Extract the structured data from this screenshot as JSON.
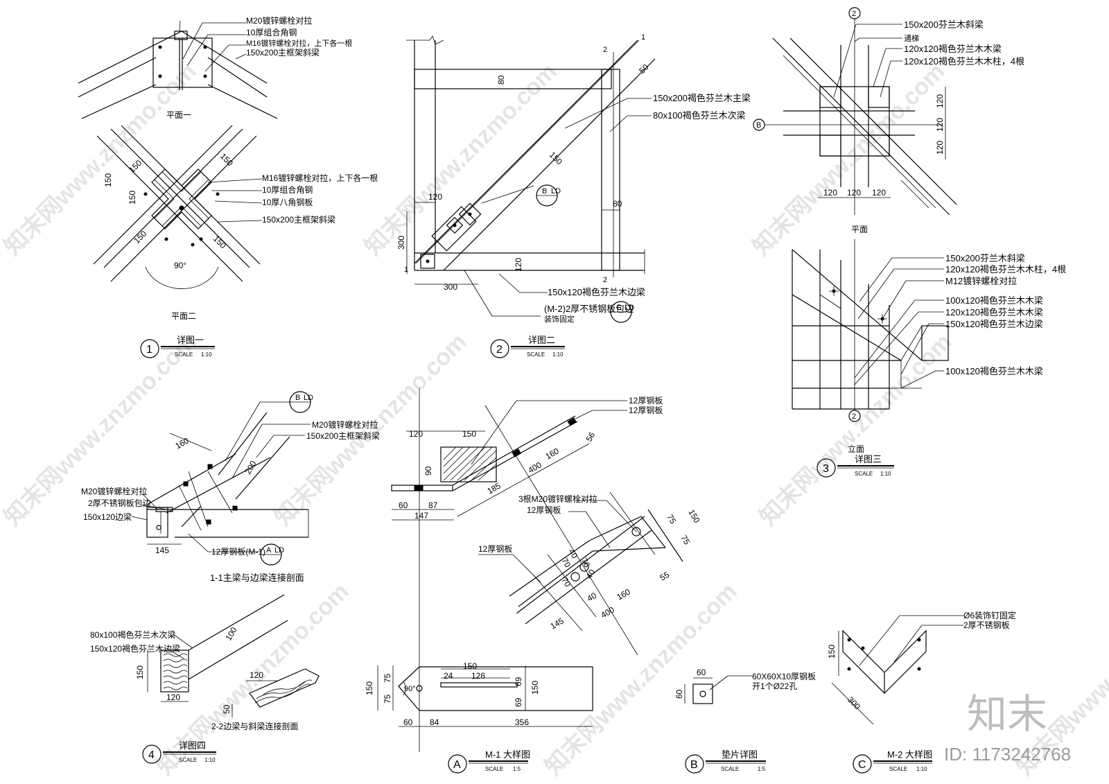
{
  "watermark": {
    "site": "知末网www.znzmo.com",
    "logo": "知末",
    "id": "ID: 1173242768"
  },
  "detail1": {
    "number": "1",
    "title": "详图一",
    "scale_label": "SCALE",
    "scale": "1:10",
    "plan1": {
      "label": "平面一",
      "notes": [
        "M20镀锌螺栓对拉",
        "10厚组合角钢",
        "M16镀锌螺栓对拉，上下各一根",
        "150x200主框架斜梁"
      ]
    },
    "plan2": {
      "label": "平面二",
      "notes": [
        "M16镀锌螺栓对拉，上下各一根",
        "10厚组合角钢",
        "10厚八角钢板",
        "150x200主框架斜梁"
      ],
      "dims": [
        "150",
        "150",
        "150",
        "150",
        "150",
        "150",
        "150"
      ],
      "angle": "90°"
    }
  },
  "detail2": {
    "number": "2",
    "title": "详图二",
    "scale_label": "SCALE",
    "scale": "1:10",
    "notes": [
      "150x200褐色芬兰木主梁",
      "80x100褐色芬兰木次梁",
      "150x120褐色芬兰木边梁",
      "(M-2)2厚不锈钢板包边",
      "装饰固定"
    ],
    "dims": [
      "80",
      "50",
      "150",
      "120",
      "80",
      "300",
      "120",
      "300"
    ],
    "cuts": [
      "1",
      "1",
      "2",
      "2"
    ],
    "callout": {
      "top": "B",
      "bottom": "LD"
    },
    "callout2": {
      "top": "C",
      "bottom": "LD"
    }
  },
  "detail3": {
    "number": "3",
    "title": "详图三",
    "scale_label": "SCALE",
    "scale": "1:10",
    "plan": {
      "label": "平面",
      "grid_top": "2",
      "grid_left": "B",
      "notes": [
        "150x200芬兰木斜梁",
        "通梯",
        "120x120褐色芬兰木木梁",
        "120x120褐色芬兰木木柱，4根"
      ],
      "dims_v": [
        "120",
        "120",
        "120"
      ],
      "dims_h": [
        "120",
        "120",
        "120"
      ]
    },
    "elev": {
      "label": "立面",
      "grid_bottom": "2",
      "notes": [
        "150x200芬兰木斜梁",
        "120x120褐色芬兰木木柱，4根",
        "M12镀锌螺栓对拉",
        "100x120褐色芬兰木木梁",
        "120x120褐色芬兰木木梁",
        "150x120褐色芬兰木边梁",
        "100x120褐色芬兰木木梁"
      ]
    }
  },
  "section11": {
    "title": "1-1主梁与边梁连接剖面",
    "notes": [
      "M20镀锌螺栓对拉",
      "150x200主框架斜梁",
      "M20镀锌螺栓对拉",
      "2厚不锈钢板包边",
      "150x120边梁",
      "12厚钢板(M-1)"
    ],
    "dims": [
      "160",
      "200",
      "145"
    ],
    "callout": {
      "top": "B",
      "bottom": "LD"
    },
    "callout2": {
      "top": "A",
      "bottom": "LD"
    }
  },
  "detail4": {
    "number": "4",
    "title": "详图四",
    "scale_label": "SCALE",
    "scale": "1:10",
    "section": "2-2边梁与斜梁连接剖面",
    "notes": [
      "80x100褐色芬兰木次梁",
      "150x120褐色芬兰木边梁"
    ],
    "dims": [
      "100",
      "150",
      "120",
      "120",
      "50"
    ]
  },
  "detailA": {
    "number": "A",
    "title": "M-1 大样图",
    "scale_label": "SCALE",
    "scale": "1:5",
    "notes": [
      "12厚钢板",
      "12厚钢板",
      "3根M20镀锌螺栓对拉",
      "12厚钢板",
      "12厚钢板"
    ],
    "dims_top": [
      "120",
      "150",
      "90",
      "60",
      "87",
      "147",
      "185",
      "400",
      "160",
      "56"
    ],
    "dims_mid": [
      "75",
      "150",
      "75",
      "40",
      "70",
      "76",
      "40",
      "70",
      "40",
      "55",
      "145",
      "160",
      "400"
    ],
    "dims_plan": [
      "150",
      "24",
      "126",
      "69",
      "69",
      "150",
      "75",
      "75",
      "150",
      "60",
      "84",
      "356"
    ],
    "angle": "90°"
  },
  "detailB": {
    "number": "B",
    "title": "垫片详图",
    "scale_label": "SCALE",
    "scale": "1:5",
    "notes": [
      "60X60X10厚钢板",
      "开1个Ø22孔"
    ],
    "dims": [
      "60",
      "60"
    ]
  },
  "detailC": {
    "number": "C",
    "title": "M-2 大样图",
    "scale_label": "SCALE",
    "scale": "1:10",
    "notes": [
      "Ø6装饰钉固定",
      "2厚不锈钢板"
    ],
    "dims": [
      "150",
      "300"
    ]
  }
}
